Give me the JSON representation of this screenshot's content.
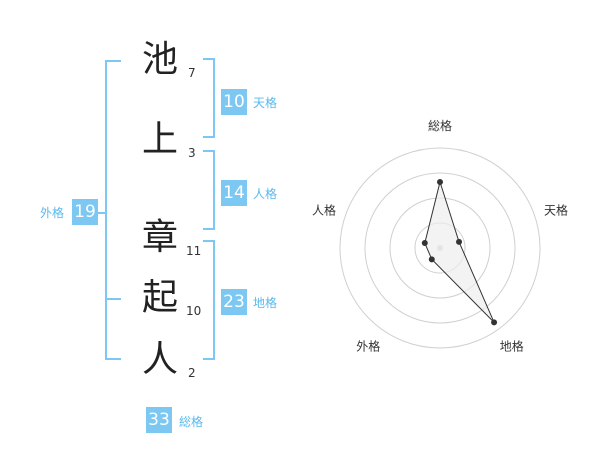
{
  "colors": {
    "accent": "#7cc8f2",
    "label": "#59b9ed",
    "kanji": "#222222",
    "radar_fill": "#eeeeee",
    "radar_line": "#333333",
    "grid": "#d0d0d0"
  },
  "name": {
    "characters": [
      {
        "char": "池",
        "strokes": "7"
      },
      {
        "char": "上",
        "strokes": "3"
      },
      {
        "char": "章",
        "strokes": "11"
      },
      {
        "char": "起",
        "strokes": "10"
      },
      {
        "char": "人",
        "strokes": "2"
      }
    ]
  },
  "kakusu": {
    "tenkaku": {
      "value": "10",
      "label": "天格"
    },
    "jinkaku": {
      "value": "14",
      "label": "人格"
    },
    "chikaku": {
      "value": "23",
      "label": "地格"
    },
    "gaikaku": {
      "value": "19",
      "label": "外格"
    },
    "soukaku": {
      "value": "33",
      "label": "総格"
    }
  },
  "chart_data": {
    "type": "radar",
    "axes": [
      "総格",
      "天格",
      "地格",
      "外格",
      "人格"
    ],
    "rings": 4,
    "values": [
      3.3,
      1.0,
      4.6,
      0.7,
      0.8
    ],
    "max": 5,
    "grid": true
  }
}
